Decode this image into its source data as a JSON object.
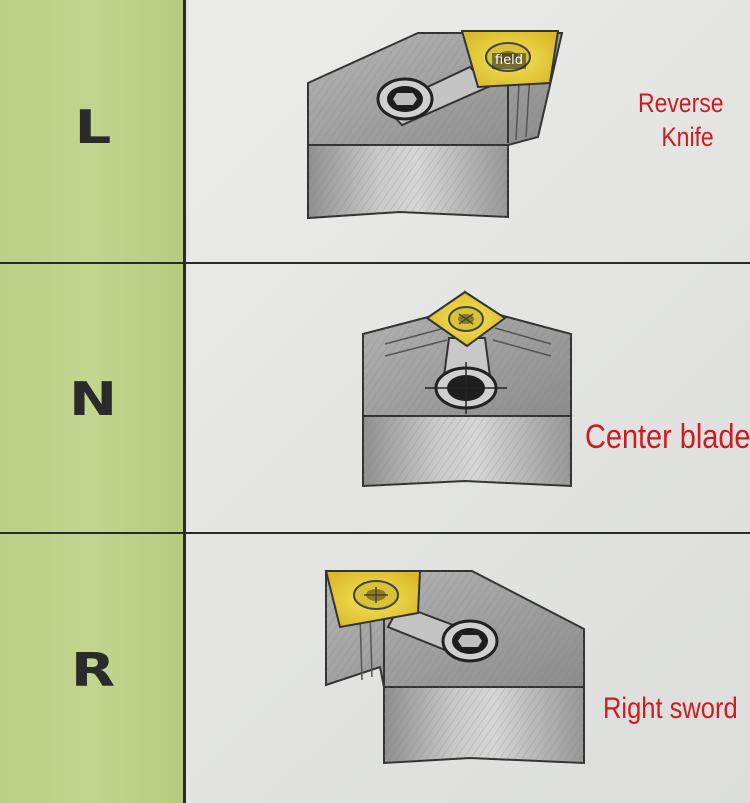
{
  "rows": [
    {
      "letter": "L",
      "label_lines": [
        "Reverse",
        "Knife"
      ],
      "tag": "field"
    },
    {
      "letter": "N",
      "label": "Center blade"
    },
    {
      "letter": "R",
      "label": "Right sword"
    }
  ],
  "colors": {
    "header_green": "#c3d48e",
    "label_red": "#cc1c22",
    "insert_yellow": "#e8d23a",
    "tool_gray": "#a8a8a8"
  }
}
